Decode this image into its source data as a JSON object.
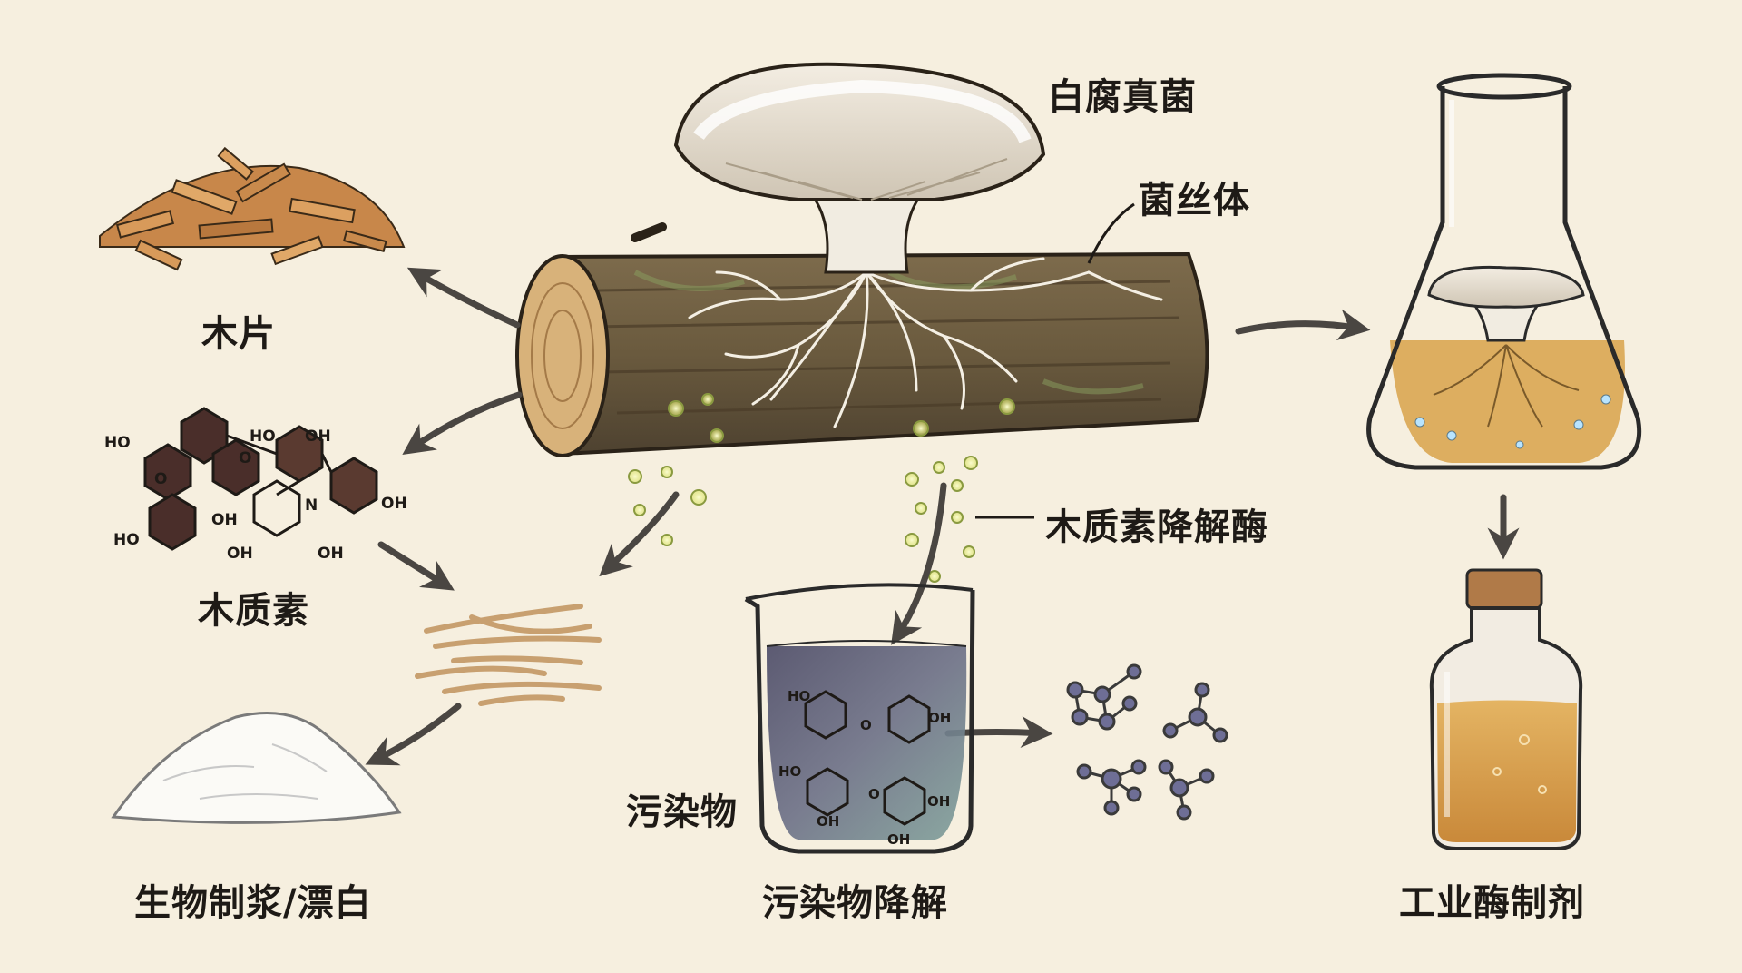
{
  "labels": {
    "fungus": "白腐真菌",
    "mycelium": "菌丝体",
    "wood_chips": "木片",
    "lignin": "木质素",
    "enzyme": "木质素降解酶",
    "pollutant": "污染物",
    "pulp": "生物制浆/漂白",
    "degradation": "污染物降解",
    "industrial": "工业酶制剂"
  },
  "lignin_atoms": [
    "HO",
    "HO",
    "OH",
    "O",
    "O",
    "N",
    "OH",
    "HO",
    "OH",
    "OH",
    "OH"
  ],
  "pollutant_atoms": [
    "HO",
    "O",
    "OH",
    "HO",
    "O",
    "OH",
    "OH",
    "OH"
  ],
  "colors": {
    "background": "#f6efdf",
    "ink": "#1e1a16",
    "bark": "#6e5a3e",
    "wood_end": "#d8b27a",
    "mycelium": "#f4efe4",
    "enzyme_glow": "#eef2a0",
    "liquid_flask": "#d8a24a",
    "liquid_beaker": "#5a6070",
    "chip": "#c8874a",
    "molecule": "#6e6e96"
  }
}
